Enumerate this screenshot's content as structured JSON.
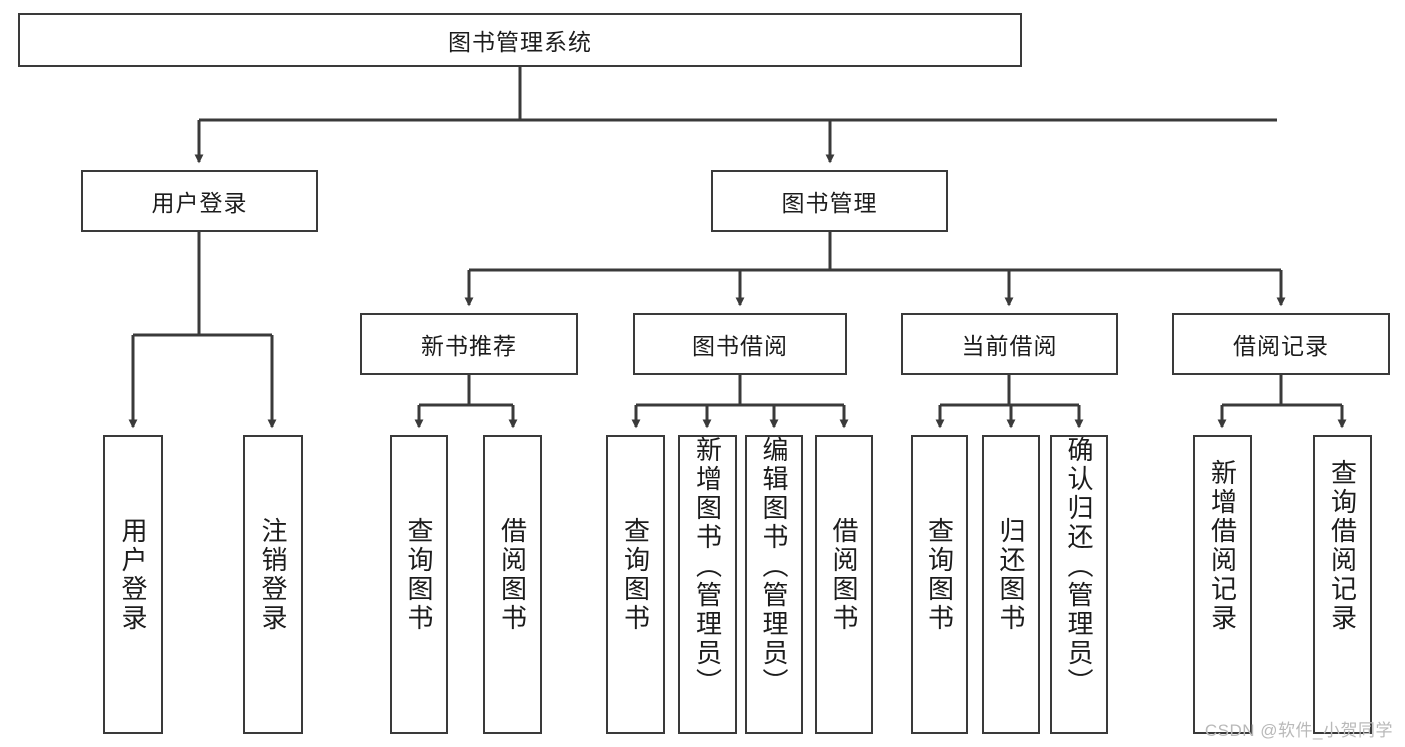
{
  "diagram": {
    "type": "tree",
    "title": "图书管理系统",
    "orientation": "top-down",
    "root": {
      "label": "图书管理系统"
    },
    "level2": [
      {
        "label": "用户登录"
      },
      {
        "label": "图书管理"
      }
    ],
    "level3": [
      {
        "label": "新书推荐"
      },
      {
        "label": "图书借阅"
      },
      {
        "label": "当前借阅"
      },
      {
        "label": "借阅记录"
      }
    ],
    "leaves": {
      "user_login": [
        {
          "label": "用户登录"
        },
        {
          "label": "注销登录"
        }
      ],
      "new_book_recommend": [
        {
          "label": "查询图书"
        },
        {
          "label": "借阅图书"
        }
      ],
      "book_borrow": [
        {
          "label": "查询图书"
        },
        {
          "label": "新增图书（管理员）"
        },
        {
          "label": "编辑图书（管理员）"
        },
        {
          "label": "借阅图书"
        }
      ],
      "current_borrow": [
        {
          "label": "查询图书"
        },
        {
          "label": "归还图书"
        },
        {
          "label": "确认归还（管理员）"
        }
      ],
      "borrow_record": [
        {
          "label": "新增借阅记录"
        },
        {
          "label": "查询借阅记录"
        }
      ]
    }
  },
  "watermark": {
    "text": "CSDN @软件_小贺同学"
  },
  "colors": {
    "stroke": "#3a3a3a",
    "text": "#1c1c1c",
    "background": "#ffffff",
    "watermark": "#b9b9b9"
  }
}
